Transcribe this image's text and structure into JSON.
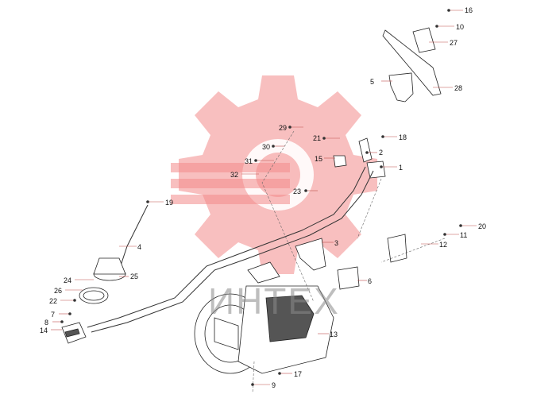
{
  "watermark": {
    "logo_text": "ИНТЕХ",
    "gear_color": "#f28b8b"
  },
  "callouts": {
    "c1": "1",
    "c2": "2",
    "c3": "3",
    "c4": "4",
    "c5": "5",
    "c6": "6",
    "c7": "7",
    "c8": "8",
    "c9": "9",
    "c10": "10",
    "c11": "11",
    "c12": "12",
    "c13": "13",
    "c14": "14",
    "c15": "15",
    "c16": "16",
    "c17": "17",
    "c18": "18",
    "c19": "19",
    "c20": "20",
    "c21": "21",
    "c22": "22",
    "c23": "23",
    "c24": "24",
    "c25": "25",
    "c26": "26",
    "c27": "27",
    "c28": "28",
    "c29": "29",
    "c30": "30",
    "c31": "31",
    "c32": "32"
  },
  "colors": {
    "leader": "#c0504d",
    "lines": "#222222"
  }
}
